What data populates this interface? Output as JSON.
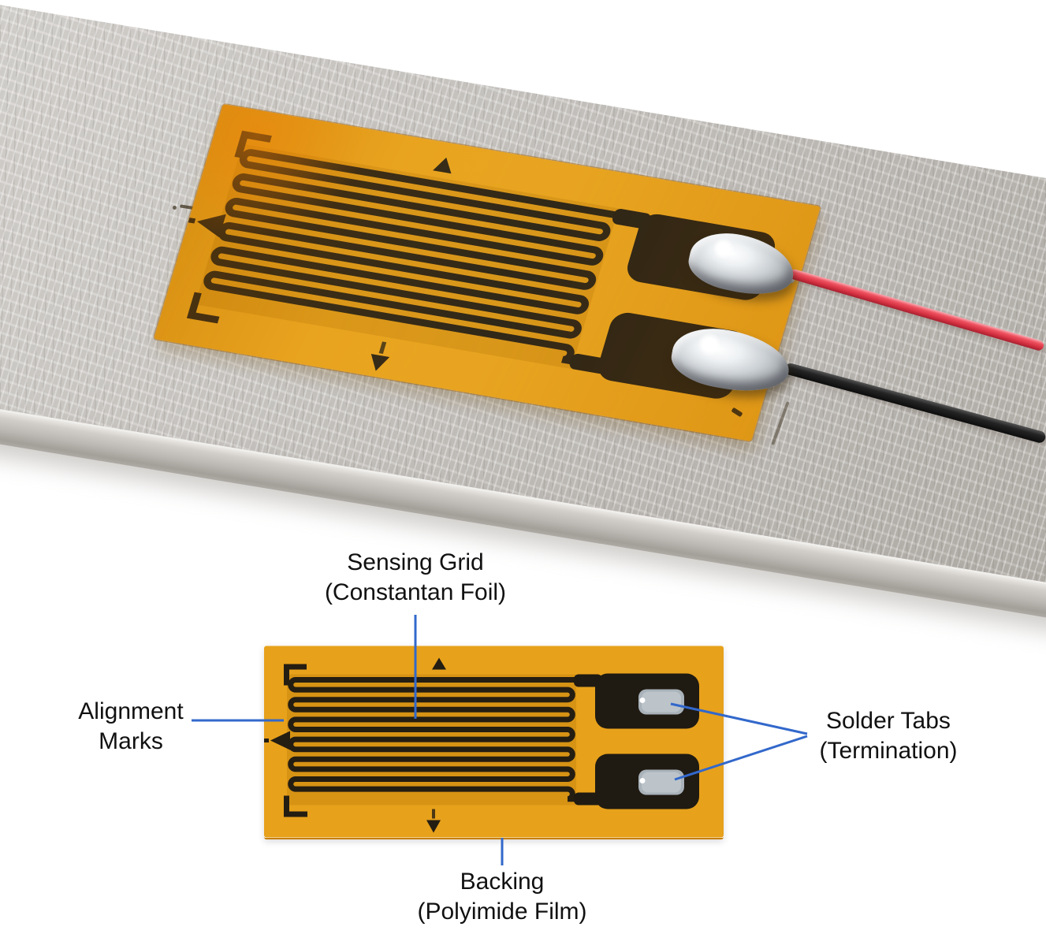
{
  "photo": {
    "metal_bar_color": "#c8c5c1",
    "gauge_backing_color": "#e2a01a",
    "grid_foil_color": "#241d13",
    "solder_color": "#e9ebee",
    "red_wire_color": "#de414e",
    "black_wire_color": "#1d1d1d"
  },
  "diagram": {
    "leader_line_color": "#3268cb",
    "gauge_backing_color": "#eda31d",
    "grid_foil_color": "#241d13",
    "solder_pad_color": "#a9b2b9",
    "labels": {
      "sensing_grid": [
        "Sensing Grid",
        "(Constantan Foil)"
      ],
      "alignment_marks": [
        "Alignment",
        "Marks"
      ],
      "solder_tabs": [
        "Solder Tabs",
        "(Termination)"
      ],
      "backing": [
        "Backing",
        "(Polyimide Film)"
      ]
    }
  }
}
